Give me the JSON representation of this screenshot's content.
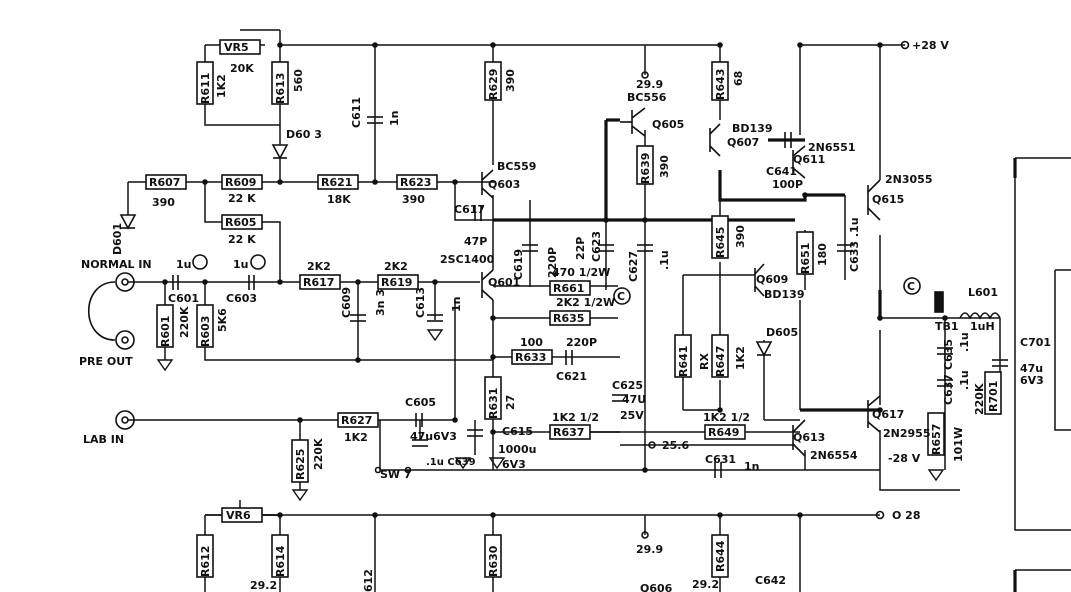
{
  "labels": {
    "vr5": "VR5",
    "vr5_val": "20K",
    "r611": "R611",
    "r611_val": "1K2",
    "r613": "R613",
    "r613_val": "560",
    "d603": "D60 3",
    "c611": "C611",
    "c611_val": "1n",
    "r629": "R629",
    "r629_val": "390",
    "v299_top": "29.9",
    "bc556": "BC556",
    "r643": "R643",
    "r643_val": "68",
    "plus28": "+28 V",
    "q605": "Q605",
    "q607": "Q607",
    "bd139_top": "BD139",
    "q611_type": "2N6551",
    "q611": "Q611",
    "bc559": "BC559",
    "q603": "Q603",
    "r639": "R639",
    "r639_val": "390",
    "c641": "C641",
    "c641_val": "100P",
    "q615_type": "2N3055",
    "q615": "Q615",
    "r607": "R607",
    "r607_val": "390",
    "r609": "R609",
    "r609_val": "22 K",
    "r621": "R621",
    "r621_val": "18K",
    "r623": "R623",
    "r623_val": "390",
    "d601": "D601",
    "c617": "C617",
    "c617_val": "47P",
    "r605": "R605",
    "r605_val": "22 K",
    "r645": "R645",
    "r645_val": "390",
    "r651": "R651",
    "r651_val": "180",
    "c633": "C633 .1u",
    "c619": "C619",
    "c619_val": "220P",
    "c623": "C623",
    "c623_val": "22P",
    "c627": "C627",
    "c627_val": ".1u",
    "normal_in": "NORMAL IN",
    "c601_val": "1u",
    "c603_val": "1u",
    "c603": "C603",
    "c601": "C601",
    "r617_val": "2K2",
    "r617": "R617",
    "r619_val": "2K2",
    "r619": "R619",
    "q601_type": "2SC1400",
    "q601": "Q601",
    "r661": "R661",
    "r661_val": "470 1/2W",
    "r635": "R635",
    "r635_val": "2K2 1/2W",
    "q609": "Q609",
    "bd139_bot": "BD139",
    "l601": "L601",
    "l601_val": "1uH",
    "tb1": "TB1",
    "r601": "R601",
    "r601_val": "220K",
    "r603": "R603",
    "r603_val": "5K6",
    "c609": "C609",
    "c609_val": "3n 3",
    "c613": "C613",
    "c613_val": "1n",
    "d605": "D605",
    "pre_out": "PRE OUT",
    "r633_val": "100",
    "r633": "R633",
    "c621_val": "220P",
    "c621": "C621",
    "r641": "R641",
    "rx": "RX",
    "r647": "R647",
    "r647_val": "1K2",
    "c635": "C635",
    "c635_val": ".1u",
    "c637": "C637",
    "c637_val": ".1u",
    "c701": "C701",
    "c701_val": "47u",
    "c701_v": "6V3",
    "r701": "R701",
    "r701_val": "220K",
    "c625": "C625",
    "c625_val": "47U",
    "c625_v": "25V",
    "lab_in": "LAB IN",
    "c605": "C605",
    "c605_val": "47u6V3",
    "c639": ".1u C639",
    "c615": "C615",
    "c615_val": "1000u",
    "c615_v": "6V3",
    "r627": "R627",
    "r627_val": "1K2",
    "r631": "R631",
    "r631_val": "27",
    "r637_val": "1K2 1/2",
    "r637": "R637",
    "r649_val": "1K2 1/2",
    "r649": "R649",
    "q613": "Q613",
    "q613_type": "2N6554",
    "q617": "Q617",
    "q617_type": "2N2955",
    "r657": "R657",
    "r657_val": "101W",
    "v256": "25.6",
    "c631": "C631",
    "c631_val": "1n",
    "minus28": "-28 V",
    "r625": "R625",
    "r625_val": "220K",
    "sw7": "SW 7",
    "vr6": "VR6",
    "o28": "O 28",
    "r612": "R612",
    "r614": "R614",
    "v292_a": "29.2",
    "c612": "612",
    "r630": "R630",
    "v299_bot": "29.9",
    "r644": "R644",
    "q606": "Q606",
    "v292_b": "29.2",
    "c642": "C642",
    "circle_c": "C"
  }
}
